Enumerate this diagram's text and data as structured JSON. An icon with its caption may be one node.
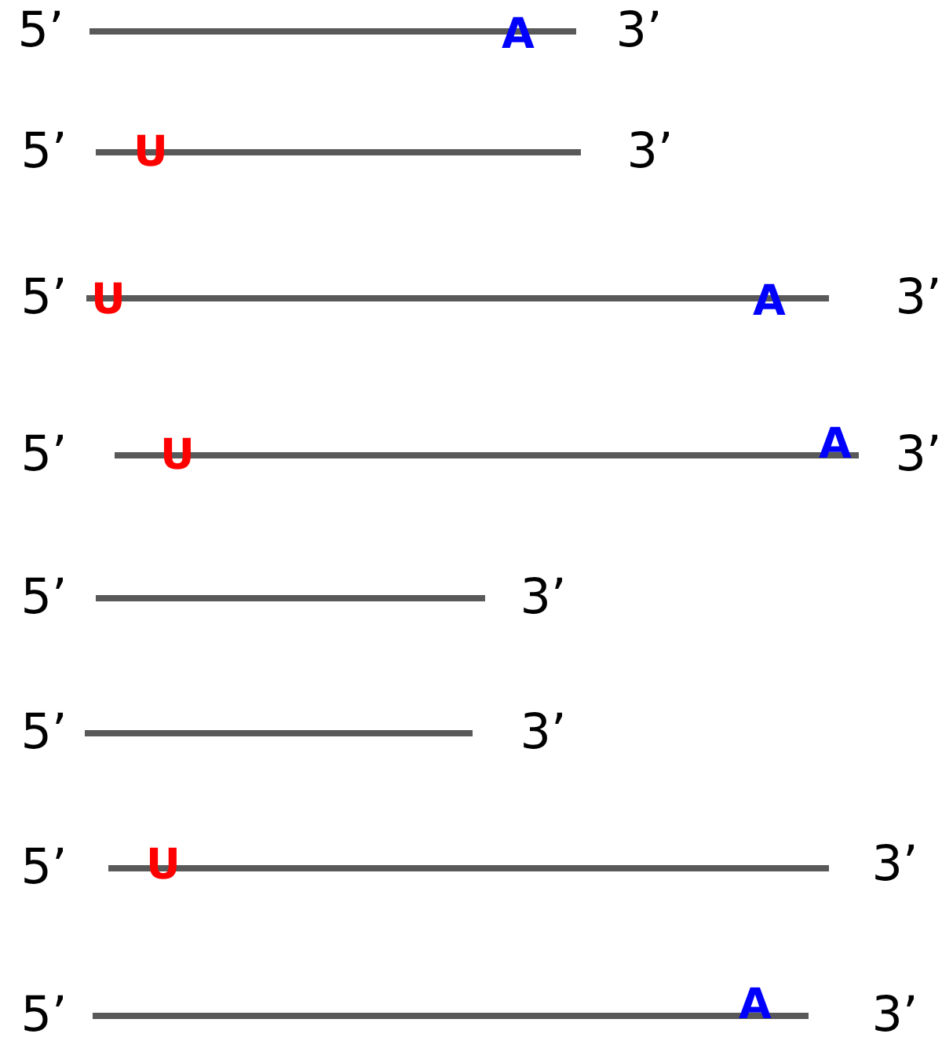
{
  "diagram": {
    "labels": [
      "5’",
      "A",
      "3’",
      "5’",
      "U",
      "3’",
      "5’",
      "U",
      "A",
      "3’",
      "5’",
      "U",
      "A",
      "3’",
      "5’",
      "3’",
      "5’",
      "3’",
      "5’",
      "U",
      "3’",
      "5’",
      "A",
      "3’"
    ]
  }
}
